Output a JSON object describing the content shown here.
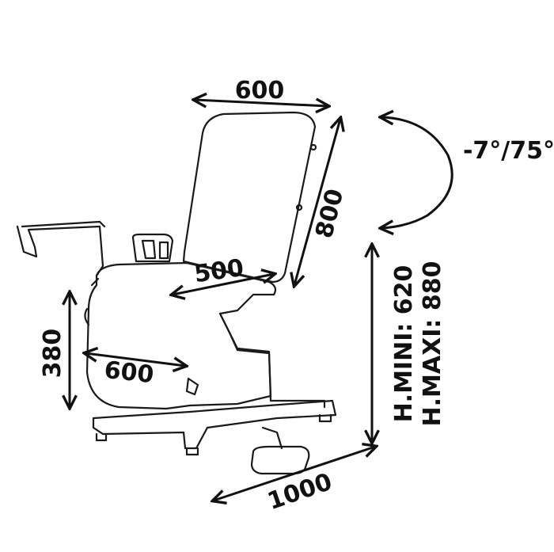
{
  "dimensions": {
    "backrest_width": "600",
    "backrest_length": "800",
    "backrest_angle": "-7°/75°",
    "seat_depth": "500",
    "seat_width": "600",
    "seat_height": "380",
    "height_min": "H.MINI: 620",
    "height_max": "H.MAXI: 880",
    "base_length": "1000"
  },
  "colors": {
    "line": "#111111",
    "background": "#ffffff"
  }
}
